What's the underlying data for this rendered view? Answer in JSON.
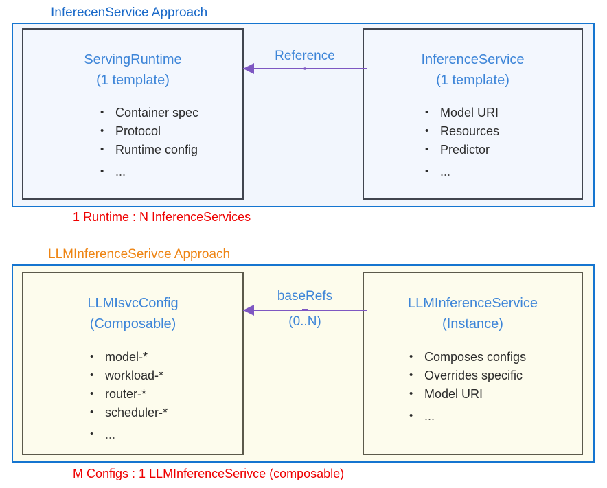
{
  "diagram": {
    "colors": {
      "panel_border_blue": "#1575d0",
      "title_blue": "#1868c8",
      "title_orange": "#ee8413",
      "entity_title_blue": "#3d85d8",
      "caption_red": "#ee0000",
      "arrow_purple": "#7e57c2",
      "panel_top_fill": "#f2f6fd",
      "panel_bottom_fill": "#fdfcec"
    },
    "sections": [
      {
        "title": "InferecenService Approach",
        "caption": "1 Runtime : N InferenceServices",
        "connector": {
          "label_top": "Reference",
          "label_bottom": "",
          "direction": "right-to-left",
          "icon": "left-arrow-icon"
        },
        "left_box": {
          "title_line1": "ServingRuntime",
          "title_line2": "(1 template)",
          "bullets": [
            "Container spec",
            "Protocol",
            "Runtime config",
            "..."
          ]
        },
        "right_box": {
          "title_line1": "InferenceService",
          "title_line2": "(1 template)",
          "bullets": [
            "Model URI",
            "Resources",
            "Predictor",
            "..."
          ]
        }
      },
      {
        "title": "LLMInferenceSerivce Approach",
        "caption": "M Configs : 1 LLMInferenceSerivce (composable)",
        "connector": {
          "label_top": "baseRefs",
          "label_bottom": "(0..N)",
          "direction": "right-to-left",
          "icon": "left-arrow-icon"
        },
        "left_box": {
          "title_line1": "LLMIsvcConfig",
          "title_line2": "(Composable)",
          "bullets": [
            "model-*",
            "workload-*",
            "router-*",
            "scheduler-*",
            "..."
          ]
        },
        "right_box": {
          "title_line1": "LLMInferenceService",
          "title_line2": "(Instance)",
          "bullets": [
            "Composes configs",
            "Overrides specific",
            "Model URI",
            "..."
          ]
        }
      }
    ]
  }
}
